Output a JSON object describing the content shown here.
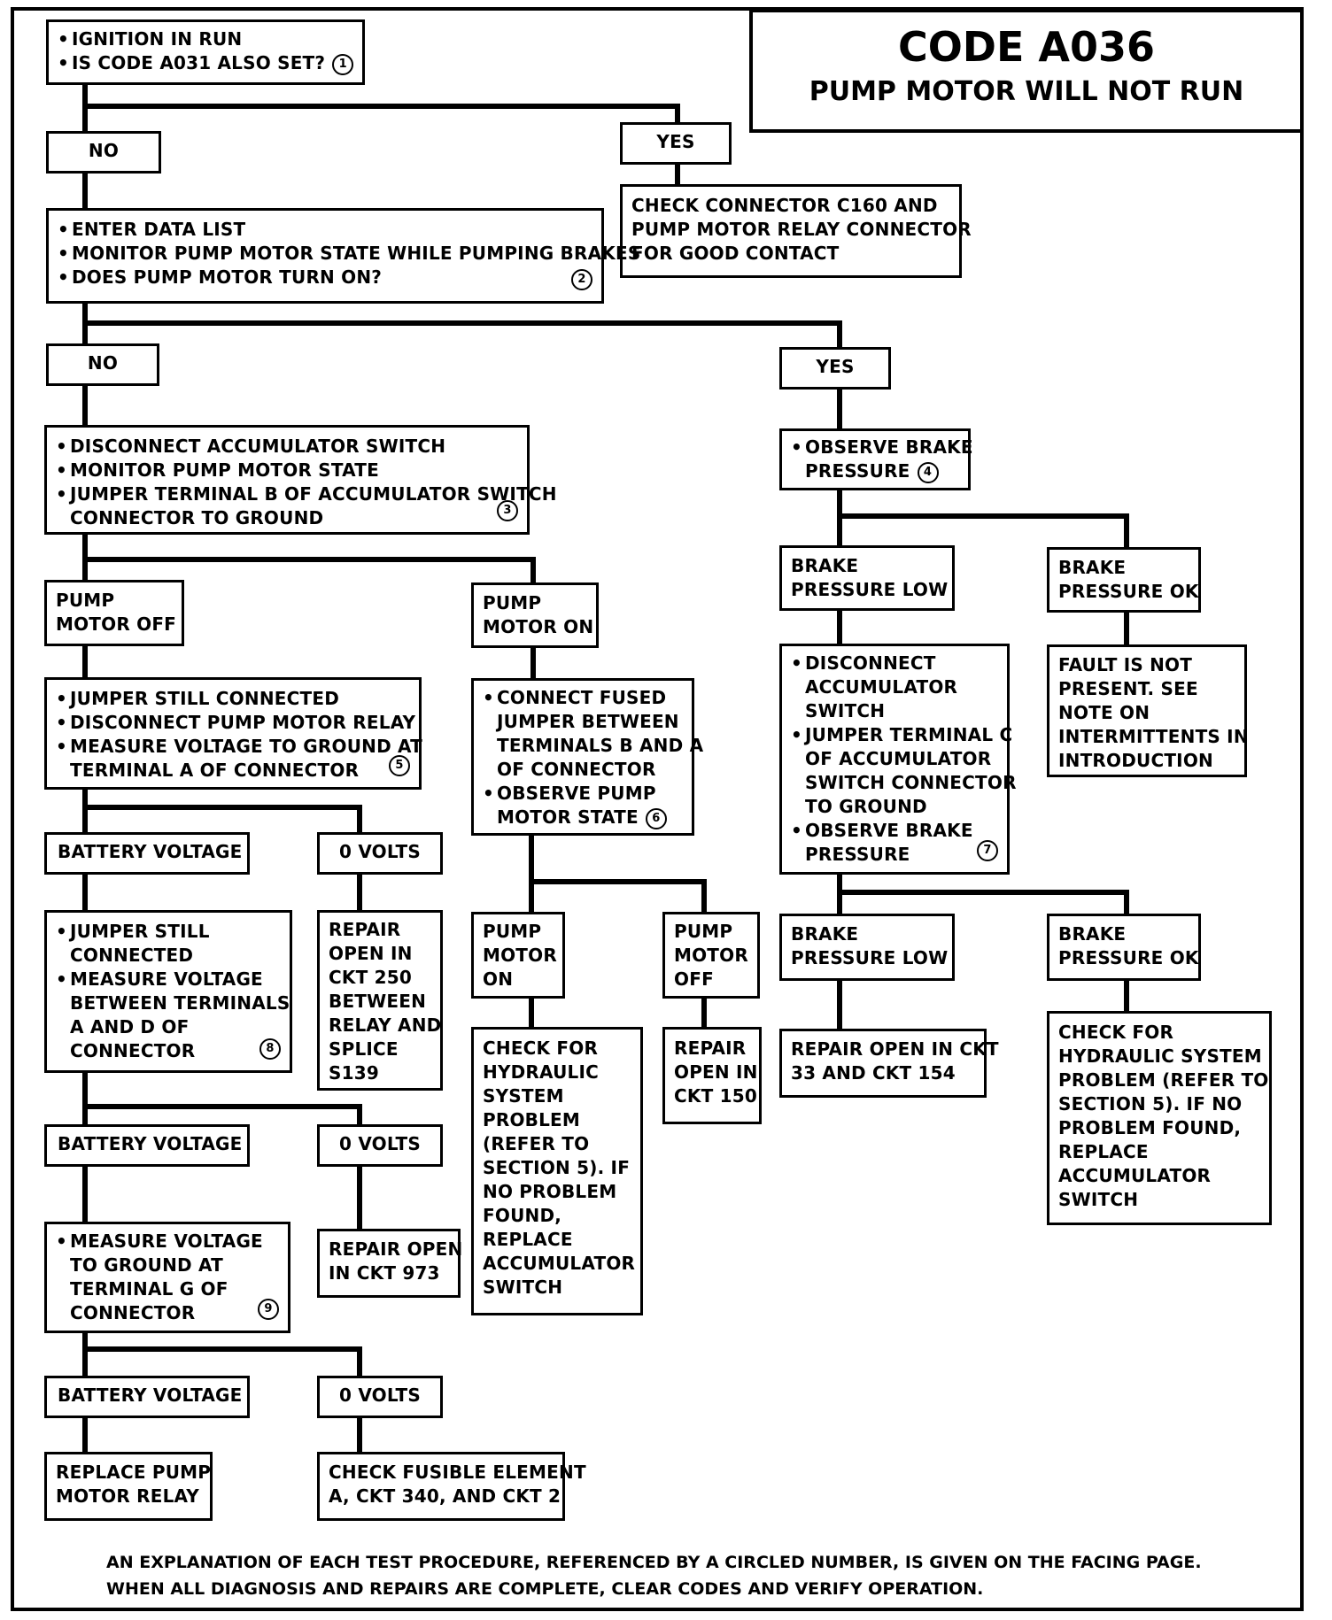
{
  "title": {
    "code": "CODE A036",
    "subtitle": "PUMP MOTOR WILL NOT RUN"
  },
  "steps": {
    "s1": {
      "items": [
        "IGNITION IN RUN",
        "IS CODE A031 ALSO SET?"
      ],
      "ref": "1"
    },
    "s1_no": "NO",
    "s1_yes": "YES",
    "s1_yes_action": [
      "CHECK CONNECTOR C160 AND",
      "PUMP MOTOR RELAY CONNECTOR",
      "FOR GOOD CONTACT"
    ],
    "s2": {
      "items": [
        "ENTER DATA LIST",
        "MONITOR PUMP MOTOR STATE WHILE PUMPING BRAKES",
        "DOES PUMP MOTOR TURN ON?"
      ],
      "ref": "2"
    },
    "s2_no": "NO",
    "s2_yes": "YES",
    "s3": {
      "items": [
        "DISCONNECT ACCUMULATOR SWITCH",
        "MONITOR PUMP MOTOR STATE",
        [
          "JUMPER TERMINAL B OF ACCUMULATOR SWITCH",
          "CONNECTOR TO GROUND"
        ]
      ],
      "ref": "3"
    },
    "s4": {
      "items": [
        [
          "OBSERVE BRAKE",
          "PRESSURE"
        ]
      ],
      "ref": "4"
    },
    "s3_off": [
      "PUMP",
      "MOTOR OFF"
    ],
    "s3_on": [
      "PUMP",
      "MOTOR ON"
    ],
    "s4_low": [
      "BRAKE",
      "PRESSURE LOW"
    ],
    "s4_ok": [
      "BRAKE",
      "PRESSURE OK"
    ],
    "s4_ok_action": [
      "FAULT IS NOT",
      "PRESENT. SEE",
      "NOTE ON",
      "INTERMITTENTS IN",
      "INTRODUCTION"
    ],
    "s5": {
      "items": [
        "JUMPER  STILL CONNECTED",
        "DISCONNECT PUMP MOTOR RELAY",
        [
          "MEASURE VOLTAGE TO GROUND AT",
          "TERMINAL A OF CONNECTOR"
        ]
      ],
      "ref": "5"
    },
    "s6": {
      "items": [
        [
          "CONNECT FUSED",
          "JUMPER BETWEEN",
          "TERMINALS B AND A",
          "OF CONNECTOR"
        ],
        [
          "OBSERVE PUMP",
          "MOTOR STATE"
        ]
      ],
      "ref": "6"
    },
    "s7": {
      "items": [
        [
          "DISCONNECT",
          "ACCUMULATOR",
          "SWITCH"
        ],
        [
          "JUMPER TERMINAL C",
          "OF ACCUMULATOR",
          "SWITCH CONNECTOR",
          "TO GROUND"
        ],
        [
          "OBSERVE BRAKE",
          "PRESSURE"
        ]
      ],
      "ref": "7"
    },
    "s5_batt": "BATTERY VOLTAGE",
    "s5_zero": "0 VOLTS",
    "s5_zero_action": [
      "REPAIR",
      "OPEN IN",
      "CKT 250",
      "BETWEEN",
      "RELAY AND",
      "SPLICE",
      "S139"
    ],
    "s6_on": [
      "PUMP",
      "MOTOR",
      "ON"
    ],
    "s6_off": [
      "PUMP",
      "MOTOR",
      "OFF"
    ],
    "s6_on_action": [
      "CHECK FOR",
      "HYDRAULIC",
      "SYSTEM",
      "PROBLEM",
      "(REFER TO",
      "SECTION 5). IF",
      "NO PROBLEM",
      "FOUND,",
      "REPLACE",
      "ACCUMULATOR",
      "SWITCH"
    ],
    "s6_off_action": [
      "REPAIR",
      "OPEN IN",
      "CKT 150"
    ],
    "s7_low": [
      "BRAKE",
      "PRESSURE LOW"
    ],
    "s7_ok": [
      "BRAKE",
      "PRESSURE OK"
    ],
    "s7_low_action": [
      "REPAIR OPEN IN CKT",
      "33 AND CKT 154"
    ],
    "s7_ok_action": [
      "CHECK FOR",
      "HYDRAULIC SYSTEM",
      "PROBLEM (REFER TO",
      "SECTION 5). IF NO",
      "PROBLEM FOUND,",
      "REPLACE",
      "ACCUMULATOR",
      "SWITCH"
    ],
    "s8": {
      "items": [
        [
          "JUMPER  STILL",
          "CONNECTED"
        ],
        [
          "MEASURE VOLTAGE",
          "BETWEEN TERMINALS",
          "A AND D OF",
          "CONNECTOR"
        ]
      ],
      "ref": "8"
    },
    "s8_batt": "BATTERY VOLTAGE",
    "s8_zero": "0 VOLTS",
    "s8_zero_action": [
      "REPAIR OPEN",
      "IN CKT 973"
    ],
    "s9": {
      "items": [
        [
          "MEASURE VOLTAGE",
          "TO GROUND AT",
          "TERMINAL G OF",
          "CONNECTOR"
        ]
      ],
      "ref": "9"
    },
    "s9_batt": "BATTERY VOLTAGE",
    "s9_zero": "0 VOLTS",
    "s9_batt_action": [
      "REPLACE PUMP",
      "MOTOR RELAY"
    ],
    "s9_zero_action": [
      "CHECK FUSIBLE ELEMENT",
      "A, CKT 340, AND CKT 2"
    ]
  },
  "footer": [
    "AN EXPLANATION OF EACH TEST PROCEDURE, REFERENCED BY A CIRCLED NUMBER,  IS GIVEN ON THE FACING PAGE.",
    "WHEN ALL DIAGNOSIS AND REPAIRS ARE COMPLETE, CLEAR CODES AND VERIFY OPERATION."
  ]
}
